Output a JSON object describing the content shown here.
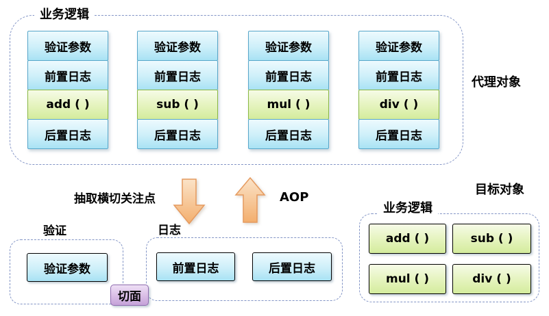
{
  "proxy": {
    "title": "业务逻辑",
    "side_label": "代理对象",
    "columns": [
      {
        "cells": [
          "验证参数",
          "前置日志",
          "add ( )",
          "后置日志"
        ]
      },
      {
        "cells": [
          "验证参数",
          "前置日志",
          "sub ( )",
          "后置日志"
        ]
      },
      {
        "cells": [
          "验证参数",
          "前置日志",
          "mul ( )",
          "后置日志"
        ]
      },
      {
        "cells": [
          "验证参数",
          "前置日志",
          "div ( )",
          "后置日志"
        ]
      }
    ]
  },
  "flow": {
    "extract_label": "抽取横切关注点",
    "aop_label": "AOP",
    "down_arrow": "down-arrow",
    "up_arrow": "up-arrow"
  },
  "aspects": {
    "validation": {
      "title": "验证",
      "items": [
        "验证参数"
      ]
    },
    "logging": {
      "title": "日志",
      "items": [
        "前置日志",
        "后置日志"
      ]
    },
    "aspect_badge": "切面"
  },
  "target": {
    "side_label": "目标对象",
    "title": "业务逻辑",
    "methods": [
      "add ( )",
      "sub ( )",
      "mul ( )",
      "div ( )"
    ]
  },
  "colors": {
    "dashed_border": "#8193c5",
    "blue_box_border": "#57a6c9",
    "blue_box_top": "#edfafe",
    "blue_box_bottom": "#a8e2f4",
    "green_box_border": "#8ab843",
    "green_box_top": "#f6fbe7",
    "green_box_bottom": "#d4ec9d",
    "purple_box_border": "#8e6bae",
    "purple_box_bottom": "#c5a2d8",
    "arrow_fill_top": "#fbe0c0",
    "arrow_fill_bottom": "#f3ae6d",
    "arrow_stroke": "#e59a5f",
    "text": "#000000"
  }
}
